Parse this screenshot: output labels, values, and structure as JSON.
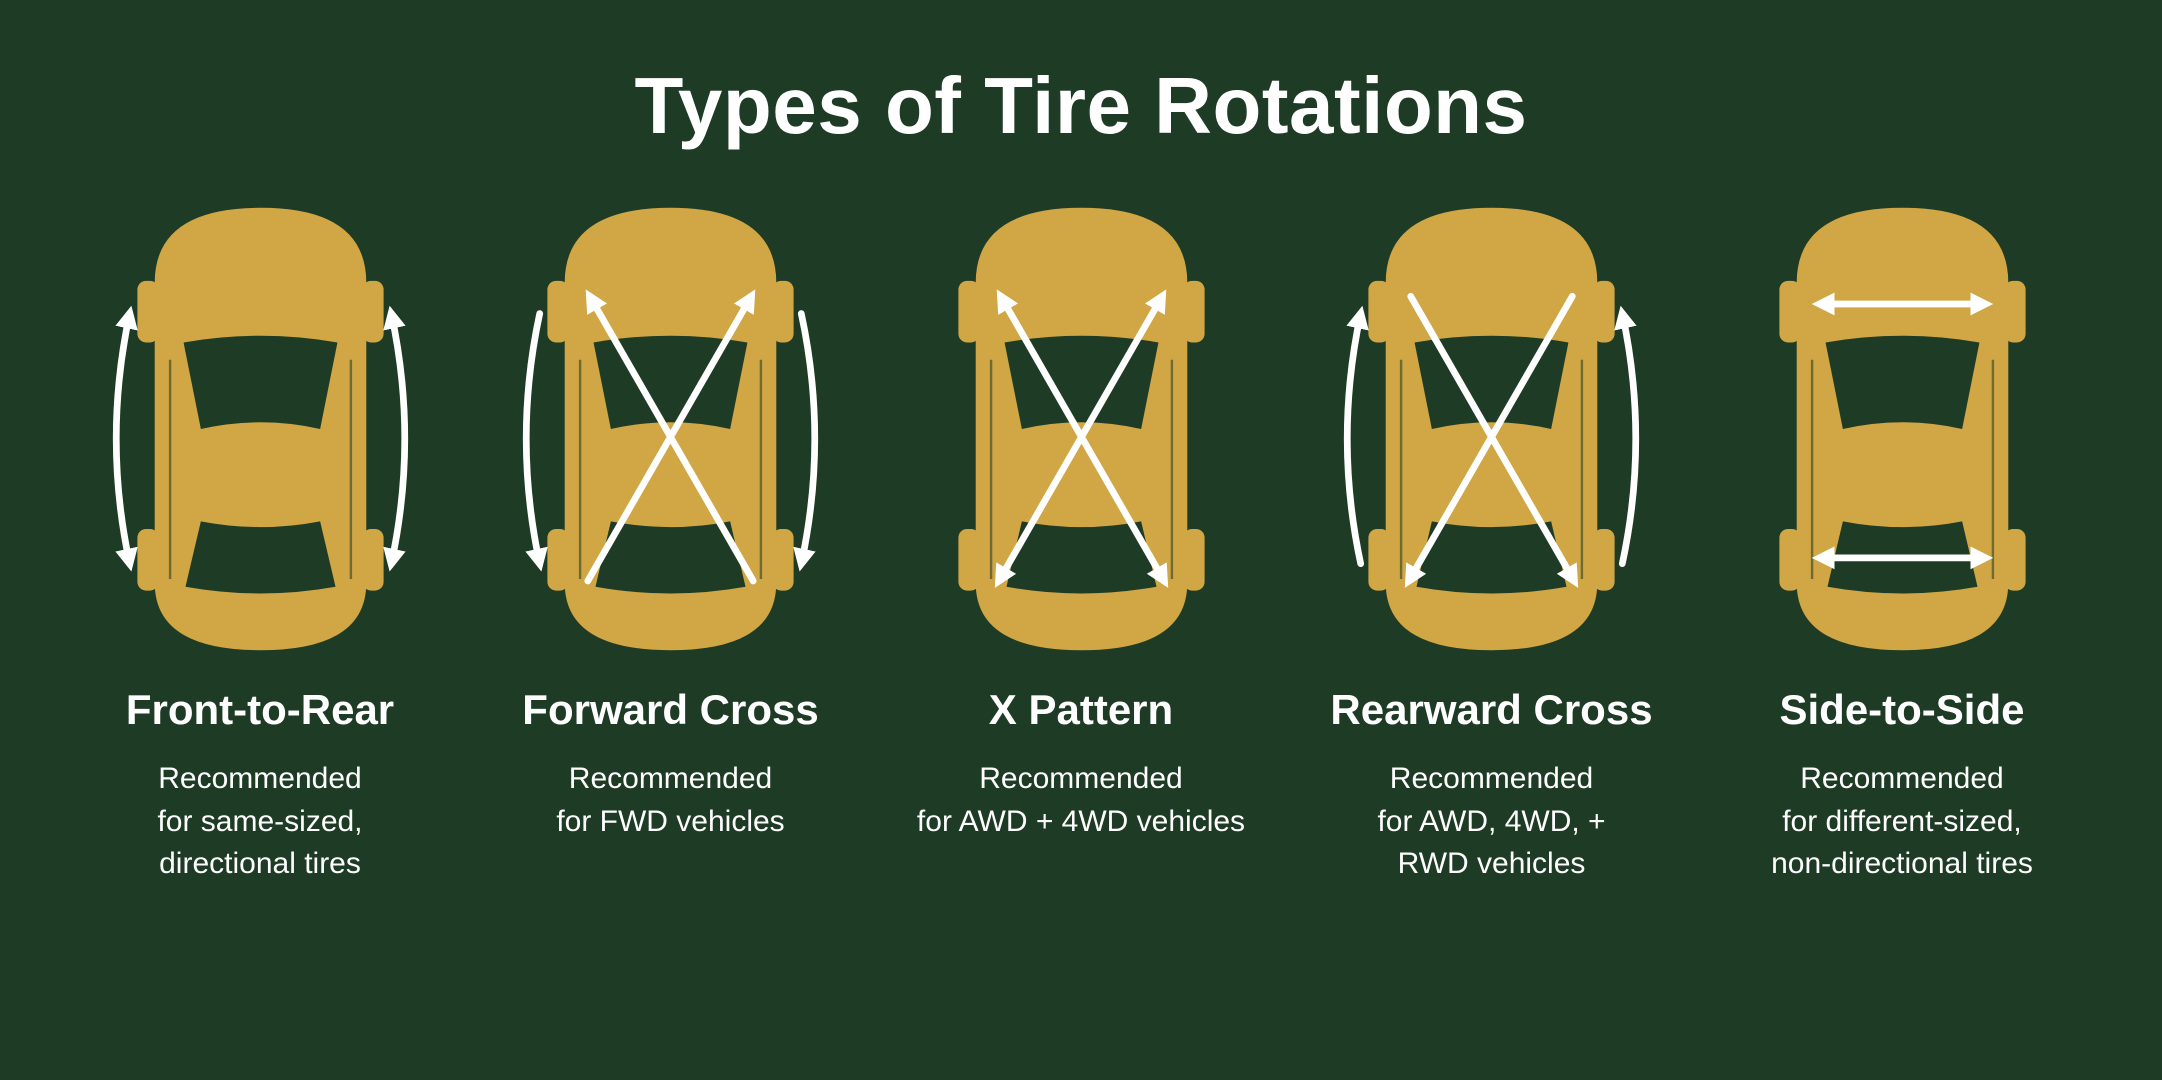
{
  "title": "Types of Tire Rotations",
  "colors": {
    "background": "#1e3b25",
    "car_gold": "#d1a644",
    "arrow_white": "#ffffff",
    "text_white": "#ffffff"
  },
  "cards": [
    {
      "name": "Front-to-Rear",
      "pattern": "front-to-rear",
      "description": "Recommended\nfor same-sized,\ndirectional tires"
    },
    {
      "name": "Forward Cross",
      "pattern": "forward-cross",
      "description": "Recommended\nfor FWD vehicles"
    },
    {
      "name": "X Pattern",
      "pattern": "x-pattern",
      "description": "Recommended\nfor AWD + 4WD vehicles"
    },
    {
      "name": "Rearward Cross",
      "pattern": "rearward-cross",
      "description": "Recommended\nfor AWD, 4WD, +\nRWD vehicles"
    },
    {
      "name": "Side-to-Side",
      "pattern": "side-to-side",
      "description": "Recommended\nfor different-sized,\nnon-directional tires"
    }
  ]
}
